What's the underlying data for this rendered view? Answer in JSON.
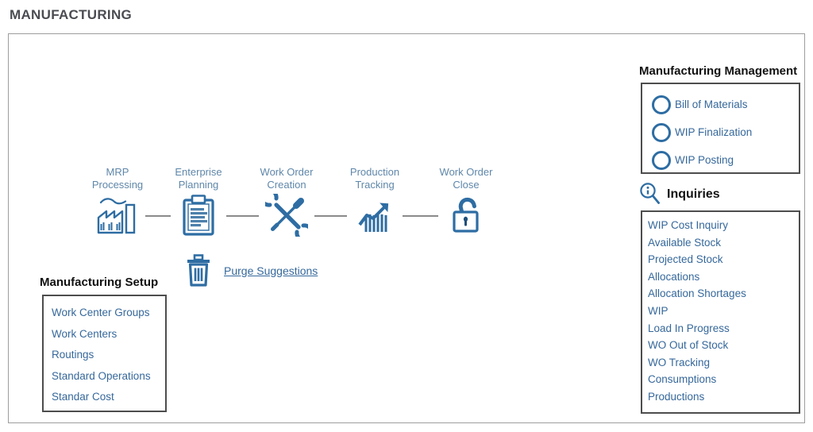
{
  "page": {
    "title": "MANUFACTURING"
  },
  "colors": {
    "icon_blue": "#2e6da3",
    "link_blue": "#36689b",
    "flow_label_blue": "#5f87a9",
    "title_gray": "#4b4c52",
    "section_title_black": "#111111",
    "flow_line_gray": "#8a8a8a",
    "main_border_gray": "#9d9d9d",
    "box_border_gray": "#4d4d4d"
  },
  "flow": {
    "steps": [
      {
        "label1": "MRP",
        "label2": "Processing",
        "icon": "factory-icon"
      },
      {
        "label1": "Enterprise",
        "label2": "Planning",
        "icon": "clipboard-icon"
      },
      {
        "label1": "Work Order",
        "label2": "Creation",
        "icon": "crossed-tools-icon"
      },
      {
        "label1": "Production",
        "label2": "Tracking",
        "icon": "chart-growth-icon"
      },
      {
        "label1": "Work Order",
        "label2": "Close",
        "icon": "open-padlock-icon"
      }
    ]
  },
  "purge": {
    "label": "Purge Suggestions",
    "icon": "trash-icon"
  },
  "setup": {
    "title": "Manufacturing Setup",
    "items": [
      "Work Center Groups",
      "Work Centers",
      "Routings",
      "Standard Operations",
      "Standar Cost"
    ]
  },
  "management": {
    "title": "Manufacturing Management",
    "items": [
      "Bill of Materials",
      "WIP Finalization",
      "WIP Posting"
    ],
    "item_icon": "ring-icon"
  },
  "inquiries": {
    "title": "Inquiries",
    "icon": "magnifier-info-icon",
    "items": [
      "WIP Cost Inquiry",
      "Available Stock",
      "Projected Stock",
      "Allocations",
      "Allocation Shortages",
      "WIP",
      "Load In Progress",
      "WO Out of Stock",
      "WO Tracking",
      "Consumptions",
      "Productions"
    ]
  }
}
